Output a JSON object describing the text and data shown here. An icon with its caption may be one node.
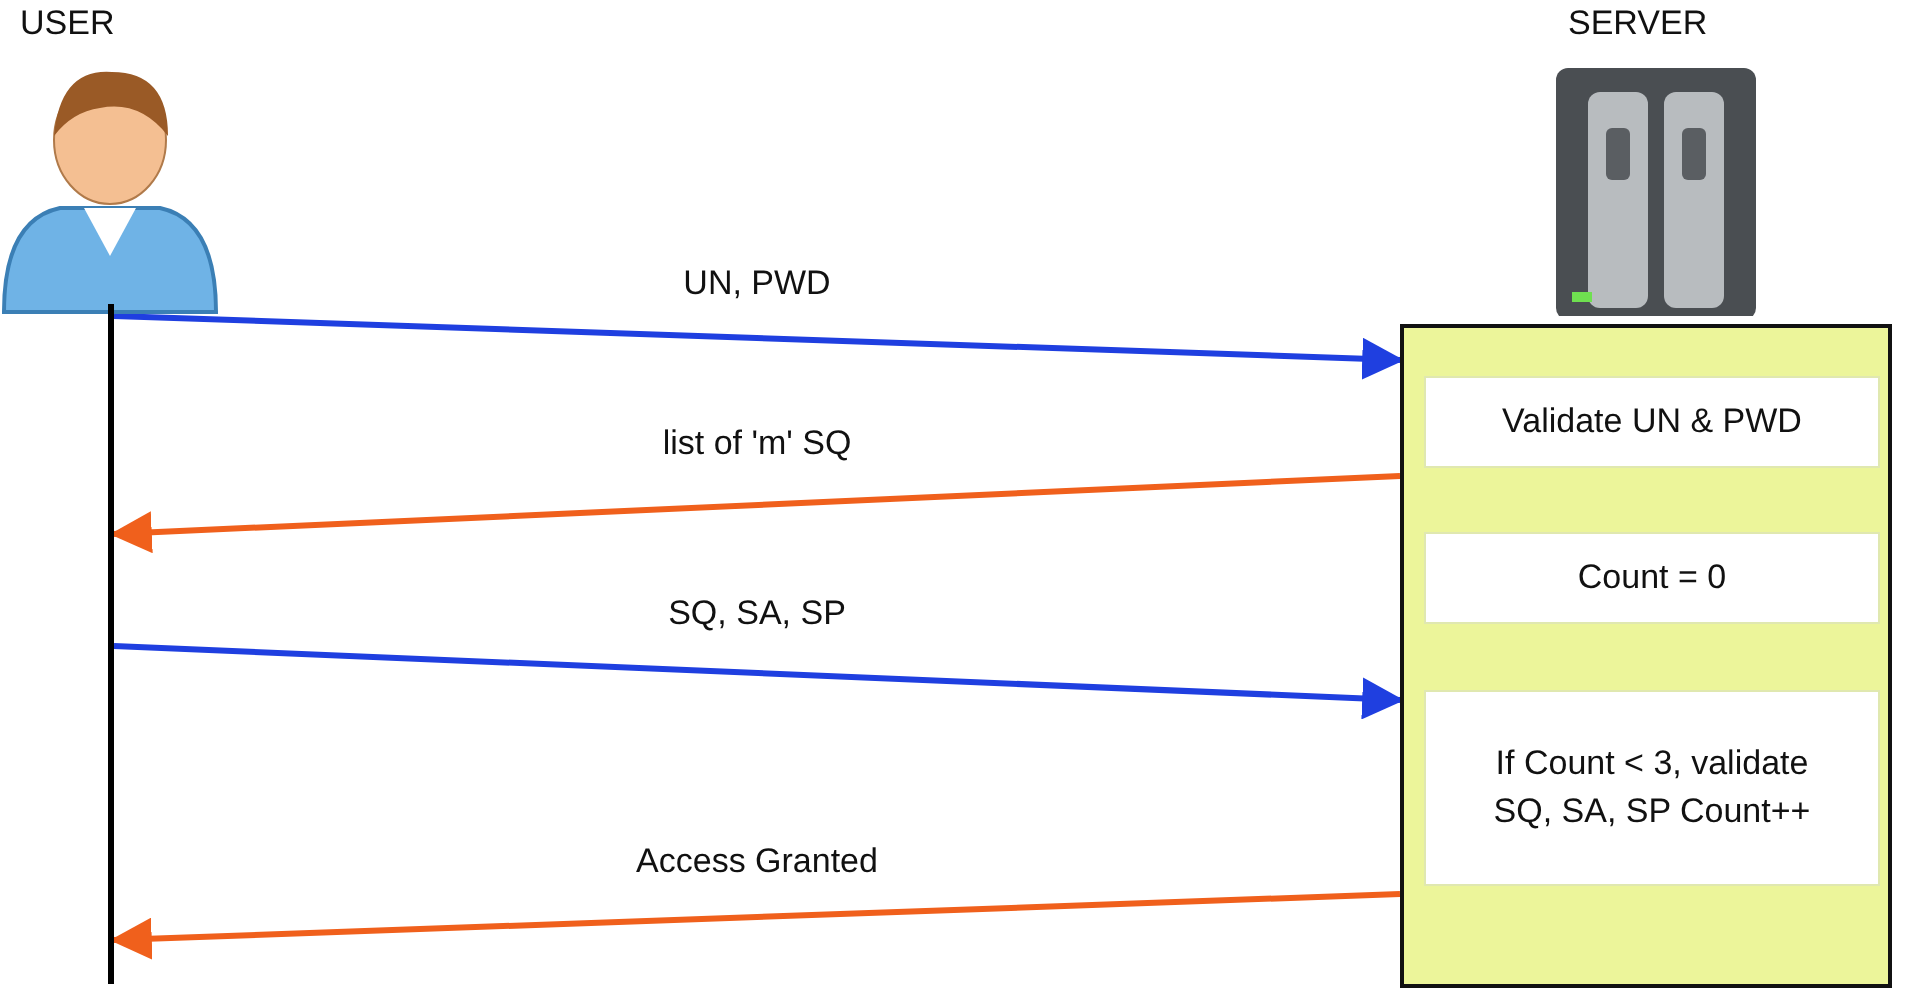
{
  "diagram": {
    "nodes": [
      {
        "text": [
          "USER"
        ]
      },
      {
        "text": [],
        "shape": "bar"
      },
      {
        "text": [
          "SERVER"
        ]
      },
      {
        "text": [],
        "shape": "box"
      },
      {
        "text": [
          "Validate UN & PWD"
        ],
        "in": 3
      },
      {
        "text": [
          "Count = 0"
        ],
        "in": 3
      },
      {
        "text": [
          "If Count < 3, validate SQ, SA, SP Count++"
        ],
        "in": 3
      }
    ],
    "edges": [
      {
        "from": 1,
        "to": 3,
        "arrow": "to",
        "label": "UN, PWD",
        "color": "#1f3fe0"
      },
      {
        "from": 3,
        "to": 1,
        "arrow": "to",
        "label": "list of 'm' SQ",
        "color": "#f0601c"
      },
      {
        "from": 1,
        "to": 3,
        "arrow": "to",
        "label": "SQ, SA, SP",
        "color": "#1f3fe0"
      },
      {
        "from": 3,
        "to": 1,
        "arrow": "to",
        "label": "Access Granted",
        "color": "#f0601c"
      }
    ]
  }
}
